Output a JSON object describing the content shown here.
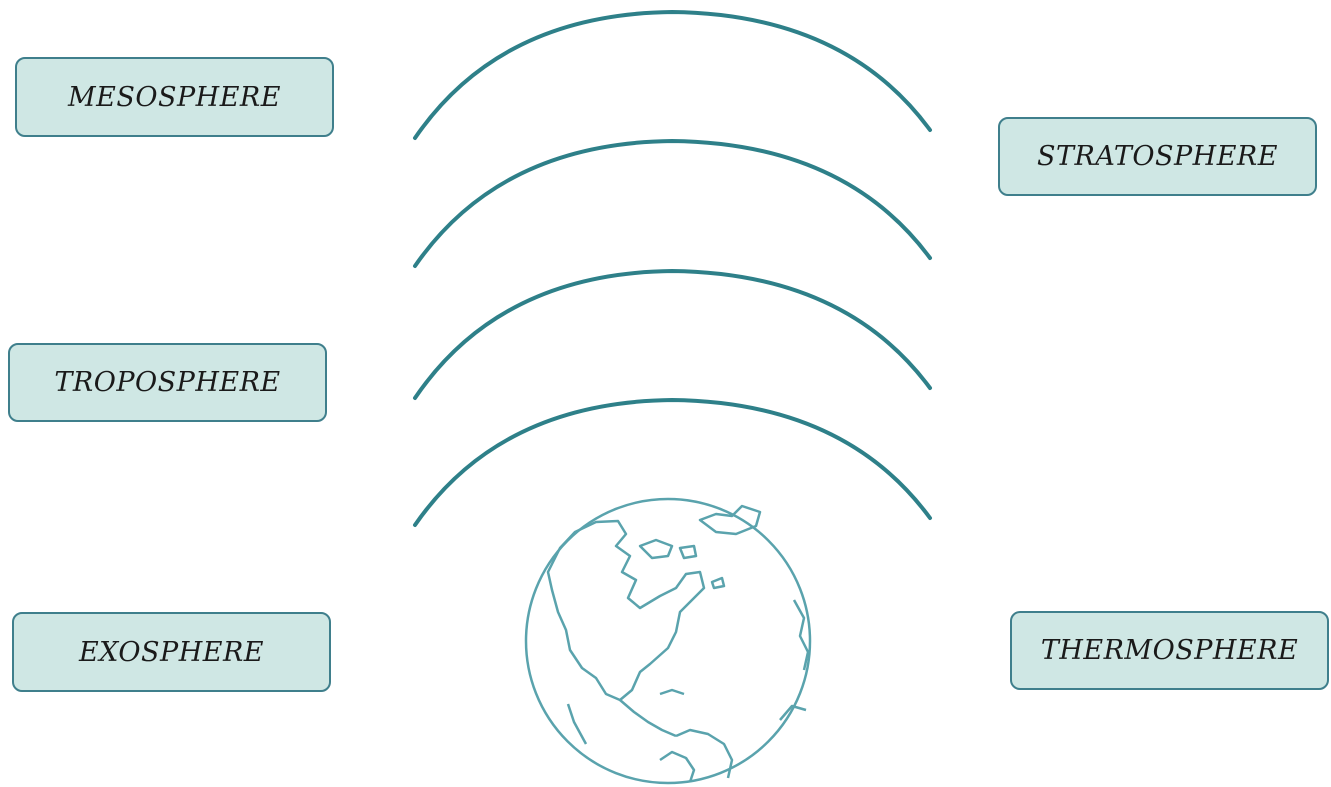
{
  "labels": {
    "mesosphere": "MESOSPHERE",
    "stratosphere": "STRATOSPHERE",
    "troposphere": "TROPOSPHERE",
    "exosphere": "EXOSPHERE",
    "thermosphere": "THERMOSPHERE"
  },
  "colors": {
    "arc_stroke": "#2e8089",
    "box_fill": "#cfe7e4",
    "box_border": "#3f7f8c",
    "globe_stroke": "#5aa3ad"
  },
  "icons": {
    "globe": "earth-globe-icon"
  }
}
